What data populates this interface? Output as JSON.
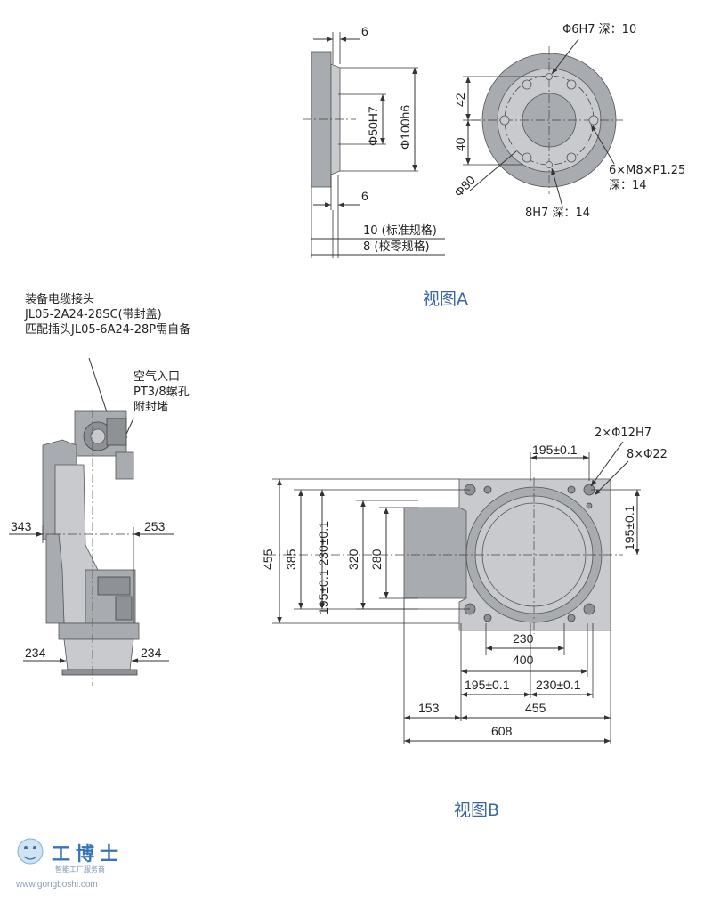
{
  "view_a": {
    "title": "视图A",
    "dims": {
      "top_6": "6",
      "bottom_6": "6",
      "dia_50": "Φ50H7",
      "dia_100": "Φ100h6",
      "std_10": "10 (标准规格)",
      "cal_8": "8 (校零规格)",
      "hole_6h7": "Φ6H7 深：10",
      "v42": "42",
      "v40": "40",
      "dia_80": "Φ80",
      "m8_line1": "6×M8×P1.25",
      "m8_line2": "深：14",
      "h8": "8H7 深：14"
    }
  },
  "side_view": {
    "cable_line1": "装备电缆接头",
    "cable_line2": "JL05-2A24-28SC(带封盖)",
    "cable_line3": "匹配插头JL05-6A24-28P需自备",
    "air_line1": "空气入口",
    "air_line2": "PT3/8螺孔",
    "air_line3": "附封堵",
    "d343": "343",
    "d253": "253",
    "d234_left": "234",
    "d234_right": "234"
  },
  "view_b": {
    "title": "视图B",
    "dims": {
      "h2_12": "2×Φ12H7",
      "h8_22": "8×Φ22",
      "top_195": "195±0.1",
      "right_195": "195±0.1",
      "v455": "455",
      "v385": "385",
      "v230_195": "195±0.1 230±0.1",
      "v320": "320",
      "v280": "280",
      "h230": "230",
      "h400": "400",
      "h195": "195±0.1",
      "h230b": "230±0.1",
      "h153": "153",
      "h455": "455",
      "h608": "608"
    }
  },
  "watermark": {
    "brand": "工博士",
    "slogan": "智能工厂服务商",
    "url": "www.gongboshi.com"
  }
}
